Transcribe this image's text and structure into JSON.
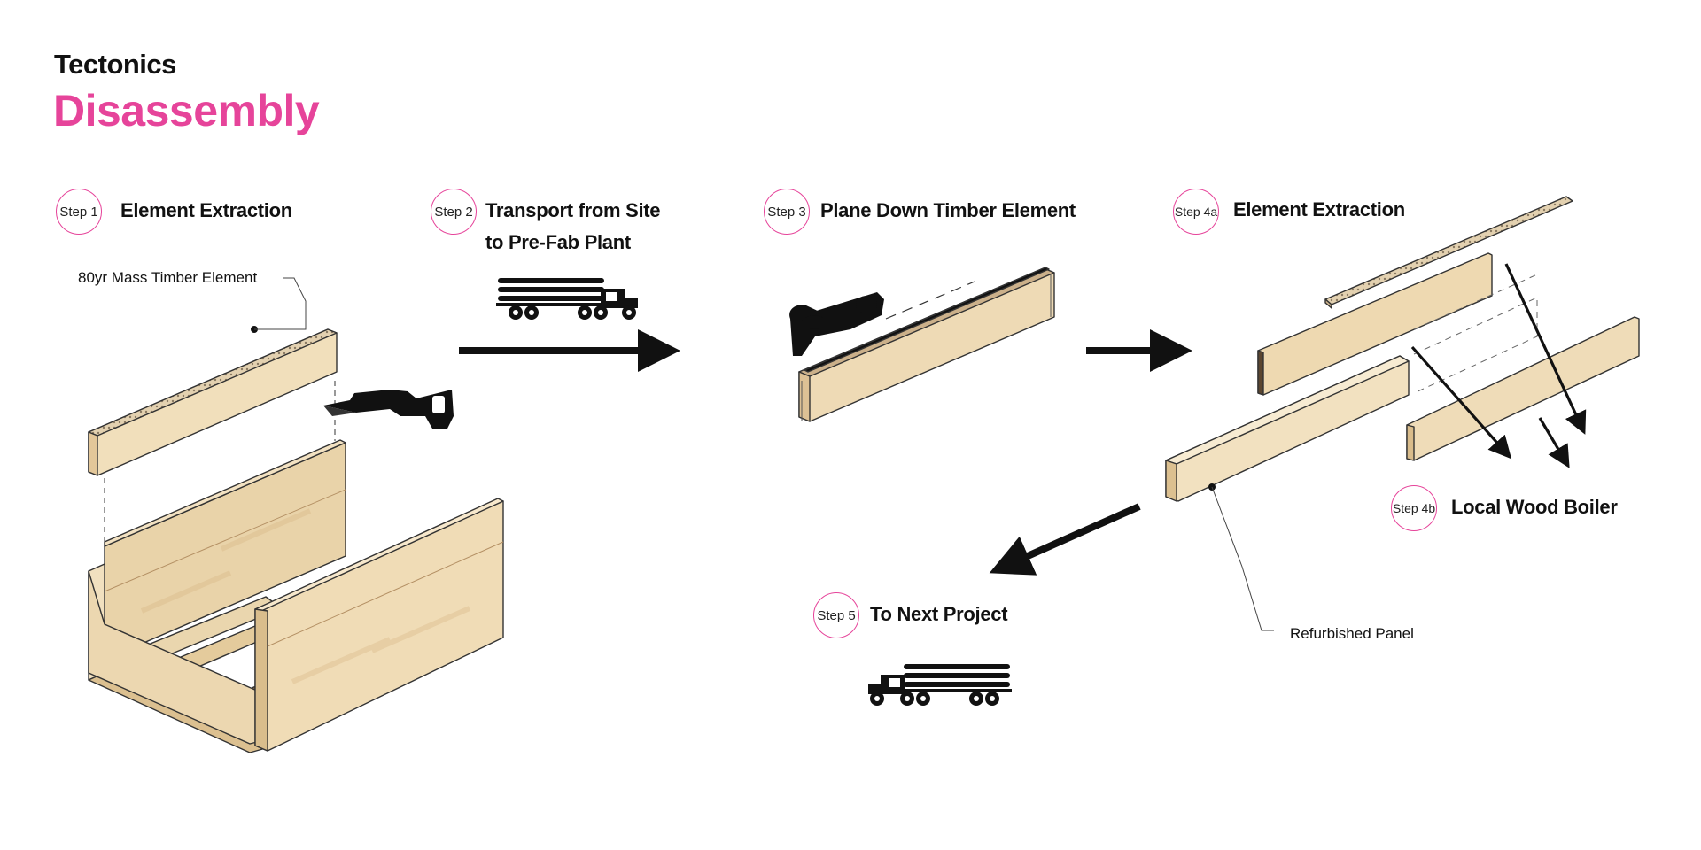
{
  "header": {
    "subtitle": "Tectonics",
    "title": "Disassembly"
  },
  "steps": [
    {
      "badge": "Step 1",
      "title": "Element Extraction"
    },
    {
      "badge": "Step 2",
      "title_line1": "Transport  from  Site",
      "title_line2": "to Pre-Fab Plant"
    },
    {
      "badge": "Step 3",
      "title": "Plane Down Timber Element"
    },
    {
      "badge": "Step 4a",
      "title": "Element Extraction"
    },
    {
      "badge": "Step 4b",
      "title": "Local Wood Boiler"
    },
    {
      "badge": "Step 5",
      "title": "To Next Project"
    }
  ],
  "callouts": {
    "mass_timber": "80yr Mass Timber Element",
    "refurbished": "Refurbished Panel"
  },
  "icons": [
    "reciprocating-saw-icon",
    "logging-truck-icon",
    "hand-plane-icon"
  ],
  "colors": {
    "accent": "#e6449a",
    "wood_light": "#f3e2c2",
    "wood_mid": "#e8cfa2",
    "wood_dark": "#d7b684",
    "ink": "#111111"
  }
}
